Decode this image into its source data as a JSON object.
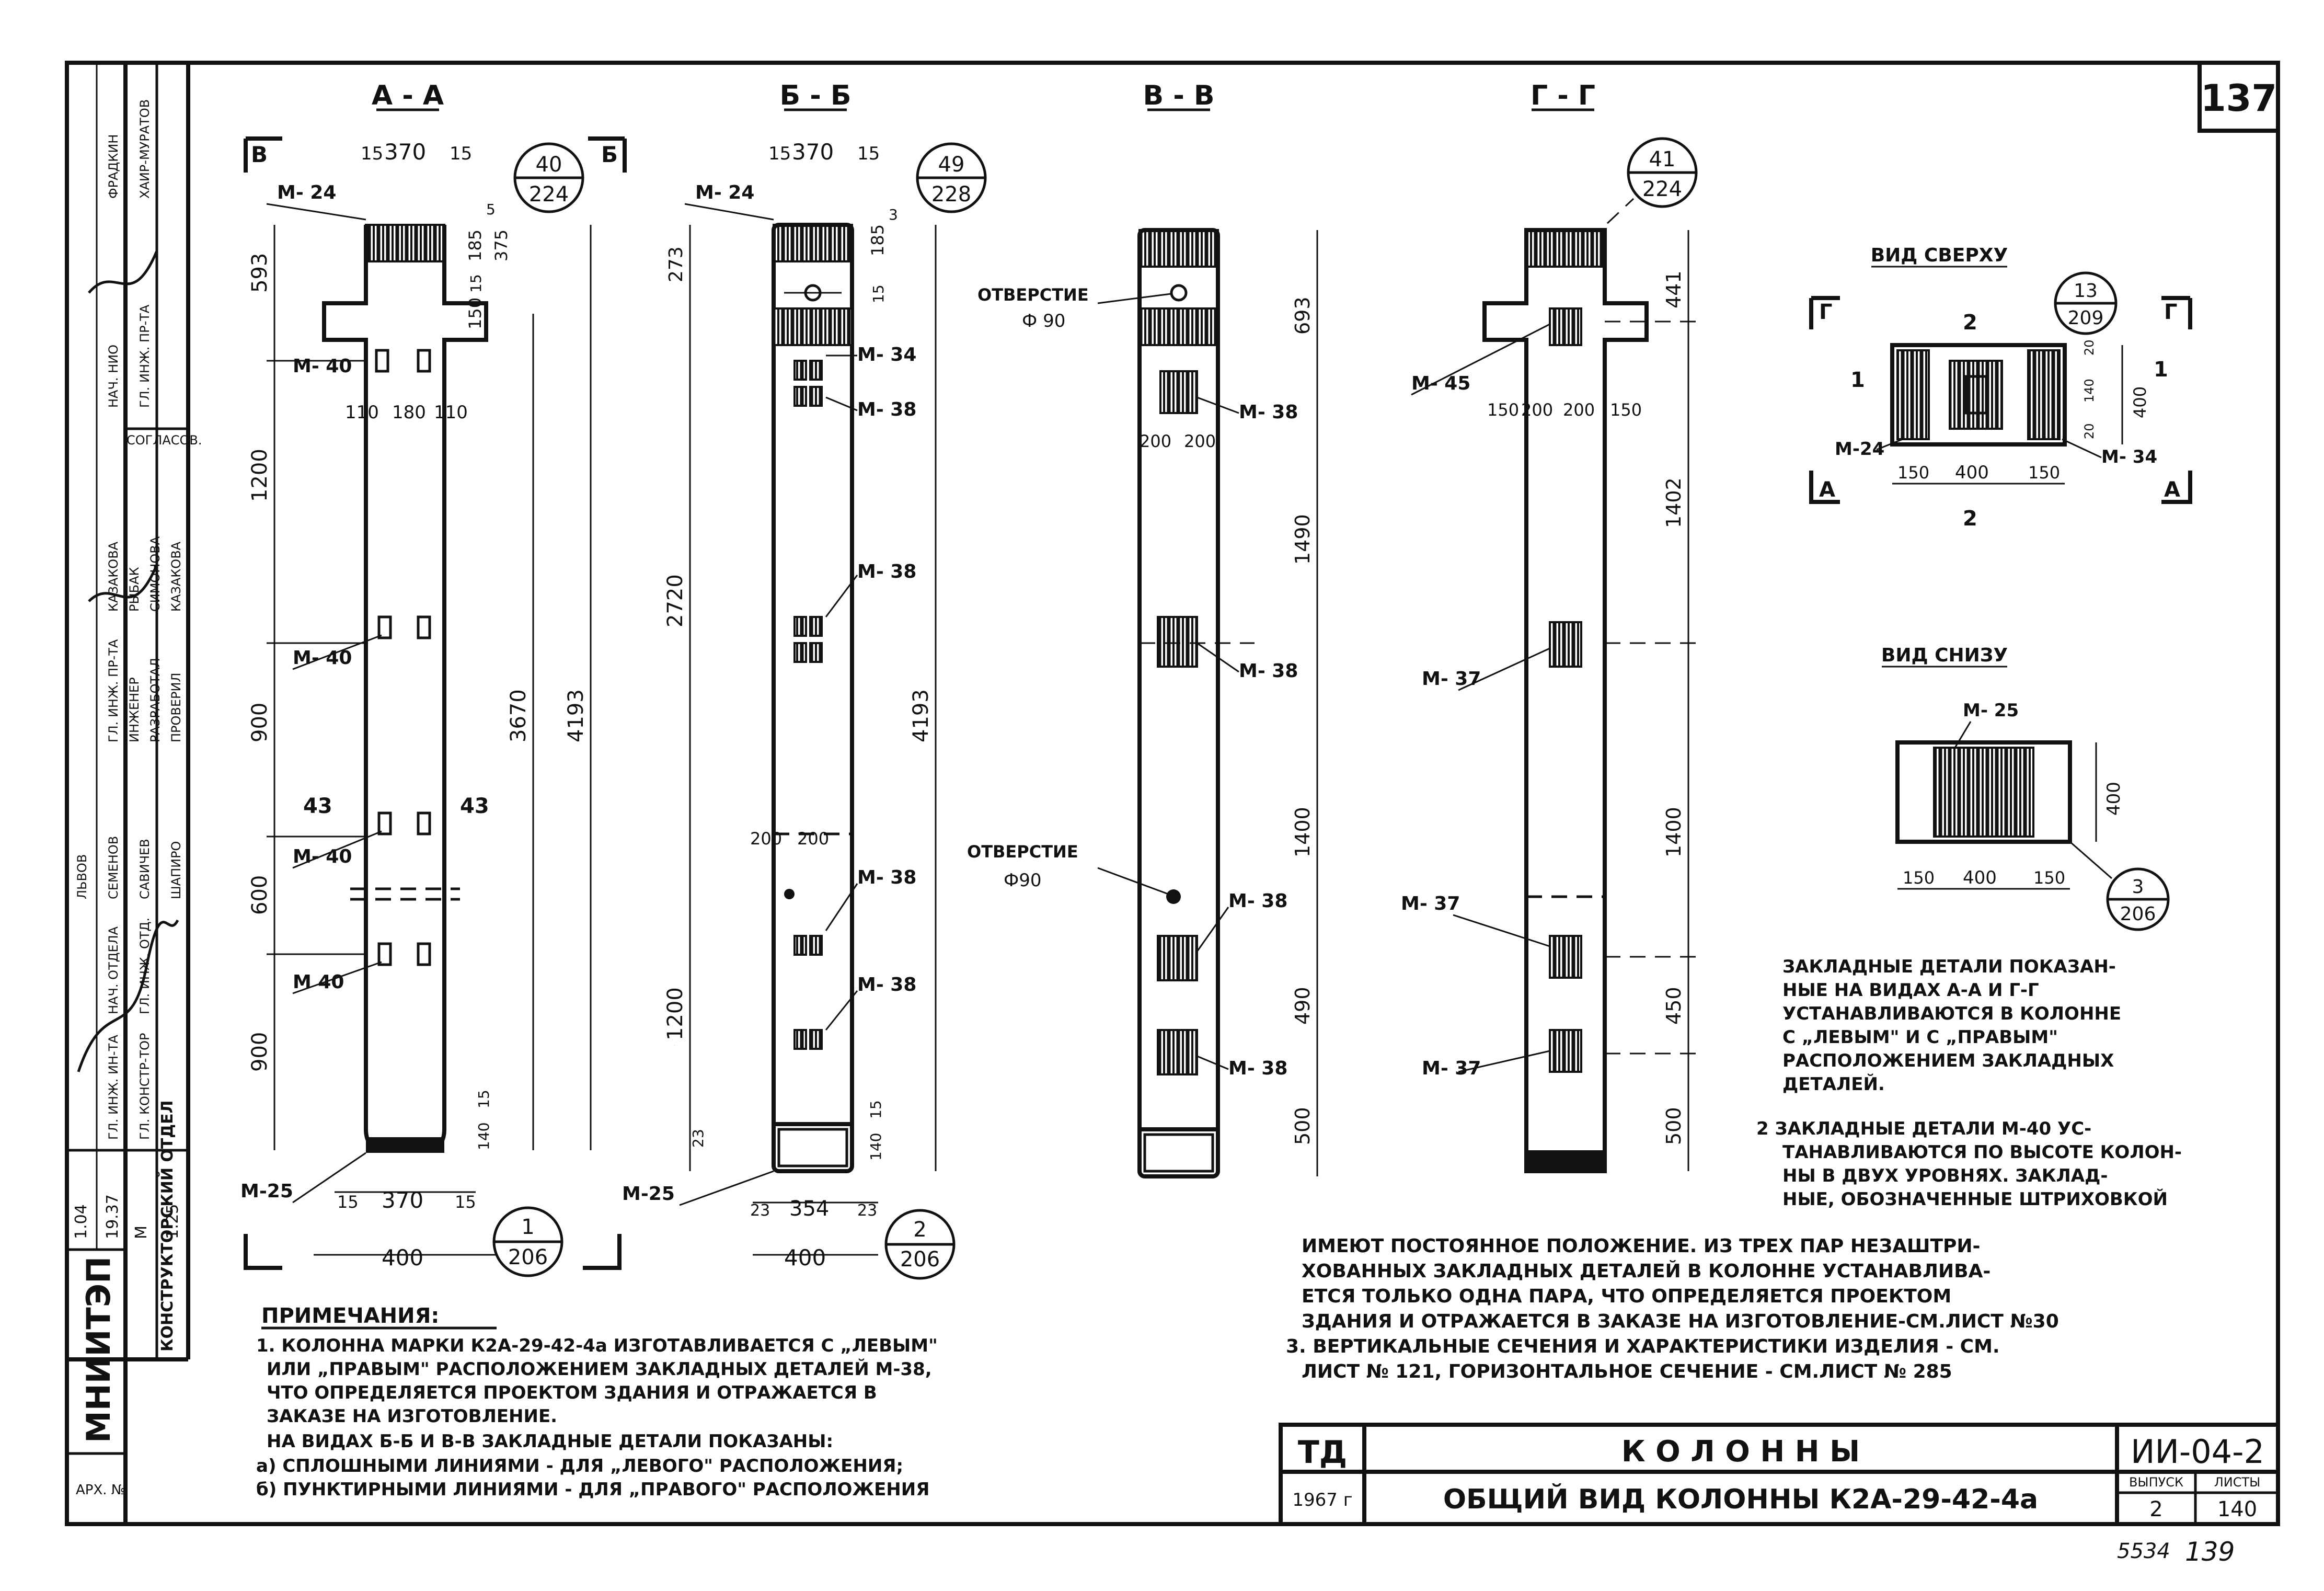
{
  "sheet": {
    "page_number": "137",
    "bottom_numbers": [
      "5534",
      "139"
    ],
    "org": "МНИИТЭП",
    "dept": "КОНСТРУКТОРСКИЙ ОТДЕЛ",
    "arch_no": "АРХ. №",
    "stamp_code": "1.04",
    "stamp_year": "19.37",
    "stamp_m": "М",
    "stamp_scale": "1:25",
    "soglasov": "СОГЛАСОВ.",
    "sidebar_roles": [
      "ГЛ. ИНЖ. ИН-ТА",
      "ГЛ. КОНСТР-ТОР",
      "НАЧ. ОТДЕЛА",
      "ГЛ. ИНЖ. ОТД.",
      "ГЛ. ИНЖ. ПР-ТА",
      "ИНЖЕНЕР",
      "РАЗРАБОТАЛ",
      "ПРОВЕРИЛ",
      "НАЧ. НИО",
      "ГЛ. ИНЖ. ПР-ТА"
    ],
    "sidebar_names": [
      "ЛЬВОВ",
      "СЕМЕНОВ",
      "САВИЧЕВ",
      "ШАПИРО",
      "КАЗАКОВА",
      "РЫБАК",
      "СИМОНОВА",
      "КАЗАКОВА",
      "ФРАДКИН",
      "ХАИР-МУРАТОВ"
    ]
  },
  "views": {
    "aa": {
      "title": "А - А",
      "cut_left": "В",
      "cut_right": "Б",
      "dims_top": [
        "15",
        "370",
        "15"
      ],
      "callout_top": [
        "40",
        "224"
      ],
      "left_dims": [
        "593",
        "1200",
        "900",
        "600",
        "900"
      ],
      "right_dims": [
        "3670",
        "4193"
      ],
      "head_dims": [
        "185",
        "375",
        "150",
        "15",
        "5",
        "15"
      ],
      "bottom_dims": [
        "15",
        "370",
        "15",
        "400"
      ],
      "bottom_small": [
        "140",
        "15"
      ],
      "callout_bottom": [
        "1",
        "206"
      ],
      "mark_43": [
        "43",
        "43"
      ],
      "labels": [
        "М- 24",
        "М- 40",
        "М- 40",
        "М- 40",
        "М 40",
        "М-25"
      ],
      "mid_dims": [
        "110",
        "180",
        "110"
      ]
    },
    "bb": {
      "title": "Б - Б",
      "dims_top": [
        "15",
        "370",
        "15"
      ],
      "callout_top": [
        "49",
        "228"
      ],
      "left_dims": [
        "273",
        "2720",
        "1200",
        "23"
      ],
      "right_dims": [
        "4193"
      ],
      "head_dims": [
        "185",
        "3",
        "15"
      ],
      "mid_dims": [
        "200",
        "200"
      ],
      "bottom_dims": [
        "23",
        "354",
        "23",
        "400"
      ],
      "bottom_small": [
        "140",
        "15"
      ],
      "callout_bottom": [
        "2",
        "206"
      ],
      "labels": [
        "М- 24",
        "М- 34",
        "М- 38",
        "М- 38",
        "М- 38",
        "М- 38",
        "М-25"
      ]
    },
    "vv": {
      "title": "В - В",
      "hole_label": "ОТВЕРСТИЕ",
      "hole_dia": "Ф 90",
      "hole_label2": "ОТВЕРСТИЕ",
      "hole_dia2": "Ф90",
      "right_dims": [
        "693",
        "1490",
        "1400",
        "490",
        "500"
      ],
      "mid_dims": [
        "200",
        "200"
      ],
      "labels": [
        "М- 38",
        "М- 38",
        "М- 38",
        "М- 38"
      ]
    },
    "gg": {
      "title": "Г - Г",
      "callout_top": [
        "41",
        "224"
      ],
      "right_dims": [
        "441",
        "1402",
        "1400",
        "450",
        "500"
      ],
      "mid_dims": [
        "150",
        "200",
        "200",
        "150"
      ],
      "labels": [
        "М- 45",
        "М- 37",
        "М- 37",
        "М- 37"
      ]
    },
    "top_view": {
      "title": "ВИД СВЕРХУ",
      "callout": [
        "13",
        "209"
      ],
      "marks": [
        "Г",
        "Г",
        "1",
        "1",
        "А",
        "А",
        "2",
        "2"
      ],
      "dims": [
        "150",
        "400",
        "150",
        "400",
        "20",
        "140",
        "20"
      ],
      "labels": [
        "М-24",
        "М- 34"
      ]
    },
    "bottom_view": {
      "title": "ВИД СНИЗУ",
      "label": "М- 25",
      "dims": [
        "150",
        "400",
        "150",
        "400"
      ],
      "callout": [
        "3",
        "206"
      ]
    }
  },
  "notes_right": [
    "ЗАКЛАДНЫЕ ДЕТАЛИ ПОКАЗАН-",
    "НЫЕ НА ВИДАХ А-А И Г-Г",
    "УСТАНАВЛИВАЮТСЯ В КОЛОННЕ",
    "С „ЛЕВЫМ\" И С „ПРАВЫМ\"",
    "РАСПОЛОЖЕНИЕМ ЗАКЛАДНЫХ",
    "ДЕТАЛЕЙ.",
    "2 ЗАКЛАДНЫЕ ДЕТАЛИ М-40 УС-",
    "ТАНАВЛИВАЮТСЯ ПО ВЫСОТЕ КОЛОН-",
    "НЫ В ДВУХ УРОВНЯХ. ЗАКЛАД-",
    "НЫЕ, ОБОЗНАЧЕННЫЕ ШТРИХОВКОЙ"
  ],
  "notes_wide": [
    "ИМЕЮТ ПОСТОЯННОЕ ПОЛОЖЕНИЕ. ИЗ ТРЕХ ПАР НЕЗАШТРИ-",
    "ХОВАННЫХ ЗАКЛАДНЫХ ДЕТАЛЕЙ В КОЛОННЕ УСТАНАВЛИВА-",
    "ЕТСЯ ТОЛЬКО ОДНА ПАРА, ЧТО ОПРЕДЕЛЯЕТСЯ ПРОЕКТОМ",
    "ЗДАНИЯ И ОТРАЖАЕТСЯ В ЗАКАЗЕ НА ИЗГОТОВЛЕНИЕ-СМ.ЛИСТ №30",
    "3. ВЕРТИКАЛЬНЫЕ СЕЧЕНИЯ И ХАРАКТЕРИСТИКИ ИЗДЕЛИЯ - СМ.",
    "ЛИСТ № 121, ГОРИЗОНТАЛЬНОЕ СЕЧЕНИЕ - СМ.ЛИСТ № 285"
  ],
  "notes_bottom": {
    "heading": "ПРИМЕЧАНИЯ:",
    "lines": [
      "1. КОЛОННА МАРКИ К2А-29-42-4а ИЗГОТАВЛИВАЕТСЯ С „ЛЕВЫМ\"",
      "ИЛИ „ПРАВЫМ\" РАСПОЛОЖЕНИЕМ ЗАКЛАДНЫХ ДЕТАЛЕЙ М-38,",
      "ЧТО ОПРЕДЕЛЯЕТСЯ ПРОЕКТОМ ЗДАНИЯ И ОТРАЖАЕТСЯ В",
      "ЗАКАЗЕ НА ИЗГОТОВЛЕНИЕ.",
      "НА ВИДАХ Б-Б И В-В ЗАКЛАДНЫЕ ДЕТАЛИ ПОКАЗАНЫ:",
      "а) СПЛОШНЫМИ ЛИНИЯМИ - ДЛЯ „ЛЕВОГО\" РАСПОЛОЖЕНИЯ;",
      "б) ПУНКТИРНЫМИ ЛИНИЯМИ - ДЛЯ „ПРАВОГО\" РАСПОЛОЖЕНИЯ"
    ]
  },
  "title_block": {
    "td": "ТД",
    "year": "1967 г",
    "title": "К О Л О Н Н Ы",
    "subtitle": "ОБЩИЙ ВИД КОЛОННЫ К2А-29-42-4а",
    "code": "ИИ-04-2",
    "vypusk_label": "ВЫПУСК",
    "list_label": "ЛИСТЫ",
    "vypusk": "2",
    "list": "140"
  }
}
